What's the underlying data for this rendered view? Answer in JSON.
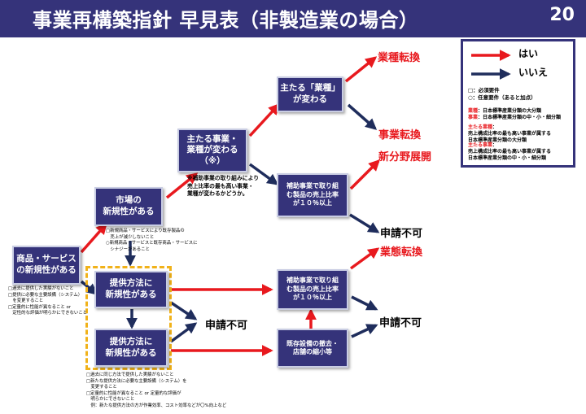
{
  "header": {
    "title": "事業再構築指針 早見表（非製造業の場合）",
    "page_number": "20"
  },
  "boxes": {
    "shohin": "商品・サービス\nの新規性がある",
    "shijo": "市場の\n新規性がある",
    "teikyo1": "提供方法に\n新規性がある",
    "teikyo2": "提供方法に\n新規性がある",
    "shutaru_jigyo": "主たる事業・\n業種が変わる\n（※）",
    "shutaru_gyoshu": "主たる「業種」\nが変わる",
    "hojo_upper": "補助事業で取り組\nむ製品の売上比率\nが１０％以上",
    "hojo_lower": "補助事業で取り組\nむ製品の売上比率\nが１０％以上",
    "kison": "既存設備の撤去・\n店舗の縮小等"
  },
  "outcomes": {
    "gyoshu_tenkan": "業種転換",
    "jigyo_tenkan": "事業転換",
    "shinbunya": "新分野展開",
    "shinsei_fuka_right": "申請不可",
    "gyotai_tenkan": "業態転換",
    "shinsei_fuka_mid": "申請不可",
    "shinsei_fuka_bottom": "申請不可"
  },
  "notes": {
    "asterisk": "※補助事業の取り組みにより\n売上比率の最も高い事業・\n業種が変わるかどうか。",
    "shohin_reqs": "□過去に提供した実績がないこと\n□提供に必要な主要設備（システム）\n　を変更すること\n□定量的に性能が異なること or\n　定性的な評価が明らかにできないこと",
    "shijo_reqs": "□新規商品・サービスにより既存製品の\n　売上が減少しないこと\n○新規商品・サービスと既存商品・サービスに\n　シナジーがあること",
    "teikyo_reqs": "□過去に同じ方法で提供した実績がないこと\n□新たな提供方法に必要な主要設備（システム）を\n　変更すること\n□定量的に性能が異なること or 定量的な評価が\n　明らかにできないこと\n　例：新たな提供方法の方が作業効率、コスト効率などが〇%向上など"
  },
  "legend": {
    "yes": "はい",
    "no": "いいえ",
    "required": "□：必須要件",
    "optional": "○：任意要件（あると加点）",
    "gyoshu_label": "業種",
    "gyoshu_text": "：日本標準産業分類の大分類",
    "jigyo_label": "事業",
    "jigyo_text": "：日本標準産業分類の中・小・細分類",
    "shutaru_gyoshu_label": "主たる業種",
    "shutaru_gyoshu_text": "：\n売上構成比率の最も高い事業が属する\n日本標準産業分類の大分類",
    "shutaru_jigyo_label": "主たる事業",
    "shutaru_jigyo_text": "：\n売上構成比率の最も高い事業が属する\n日本標準産業分類の中・小・細分類",
    "colors": {
      "yes": "#e8191e",
      "no": "#35337a"
    }
  }
}
